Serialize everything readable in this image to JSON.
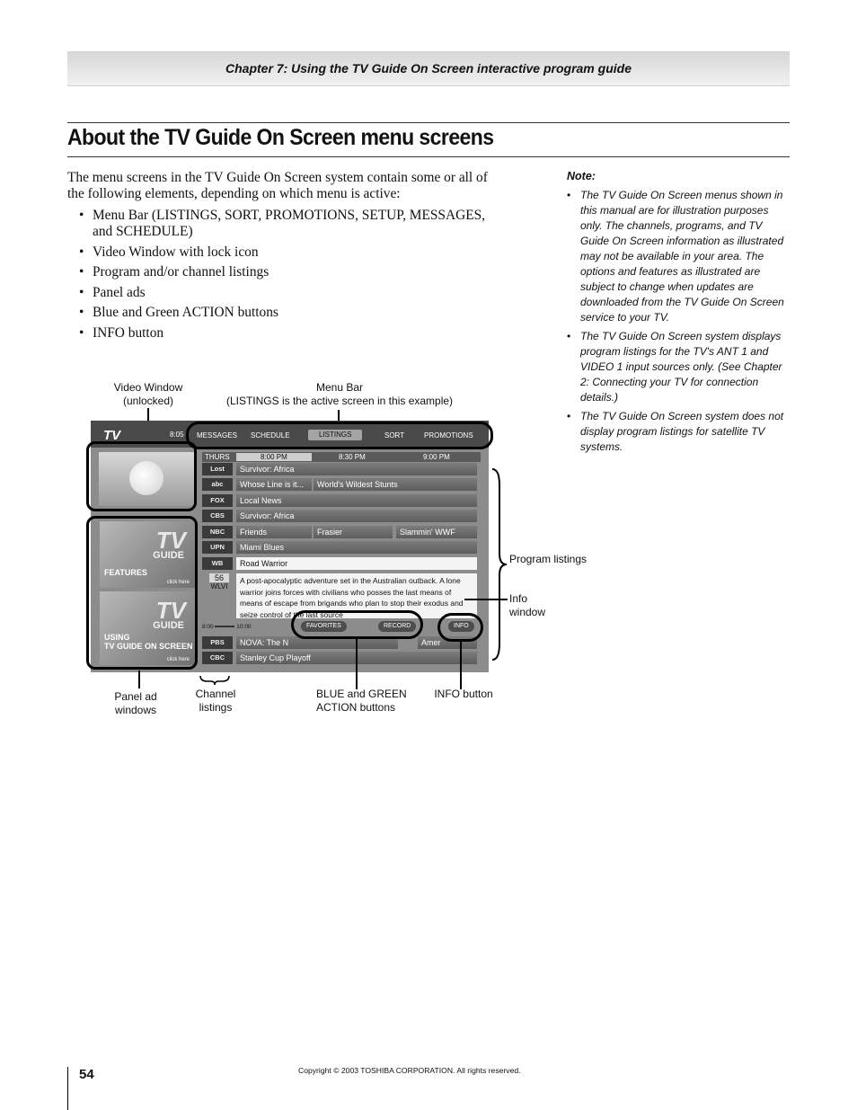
{
  "header": {
    "chapter": "Chapter 7: Using the TV Guide On Screen interactive program guide"
  },
  "title": "About the TV Guide On Screen menu screens",
  "intro": "The menu screens in the TV Guide On Screen system contain some or all of the following elements, depending on which menu is active:",
  "elements": [
    "Menu Bar (LISTINGS, SORT, PROMOTIONS, SETUP, MESSAGES, and SCHEDULE)",
    "Video Window with lock icon",
    "Program and/or channel listings",
    "Panel ads",
    "Blue and Green ACTION buttons",
    "INFO button"
  ],
  "note": {
    "label": "Note:",
    "items": [
      "The TV Guide On Screen menus shown in this manual are for illustration purposes only. The channels, programs, and TV Guide On Screen information as illustrated may not be available in your area. The options and features as illustrated are subject to change when updates are downloaded from the TV Guide On Screen service to your TV.",
      "The TV Guide On Screen system displays program listings for the TV's ANT 1 and VIDEO 1 input sources only. (See Chapter 2: Connecting your TV for connection details.)",
      "The TV Guide On Screen system does not display program listings for satellite TV systems."
    ]
  },
  "callouts": {
    "video_window": "Video Window (unlocked)",
    "menu_bar": "Menu Bar",
    "menu_bar_note": "(LISTINGS is the active screen in this example)",
    "program_listings": "Program listings",
    "info_window": "Info window",
    "panel_ad": "Panel ad windows",
    "channel_listings": "Channel listings",
    "action_buttons": "BLUE and GREEN ACTION buttons",
    "info_button": "INFO button"
  },
  "screen": {
    "logo": "TV",
    "clock": "8:05",
    "menu": [
      "MESSAGES",
      "SCHEDULE",
      "LISTINGS",
      "SORT",
      "PROMOTIONS"
    ],
    "day": "THURS",
    "times": [
      "8:00 PM",
      "8:30 PM",
      "9:00 PM"
    ],
    "rows": [
      {
        "channel": "Lost",
        "programs": [
          "Survivor: Africa"
        ]
      },
      {
        "channel": "abc",
        "programs": [
          "Whose Line is it...",
          "World's Wildest Stunts"
        ]
      },
      {
        "channel": "FOX",
        "programs": [
          "Local News"
        ]
      },
      {
        "channel": "CBS",
        "programs": [
          "Survivor: Africa"
        ]
      },
      {
        "channel": "NBC",
        "programs": [
          "Friends",
          "Frasier",
          "Slammin' WWF"
        ]
      },
      {
        "channel": "UPN",
        "programs": [
          "Miami Blues"
        ]
      },
      {
        "channel": "WB",
        "programs": [
          "Road Warrior"
        ]
      },
      {
        "channel": "PBS",
        "programs": [
          "NOVA: The N",
          "Amer"
        ]
      },
      {
        "channel": "CBC",
        "programs": [
          "Stanley Cup Playoff"
        ]
      }
    ],
    "info_channel_number": "56",
    "info_channel_name": "WLVI",
    "info_text": "A post-apocalyptic adventure set in the Australian outback. A lone warrior joins forces with civilians who posses the last means of means of escape from brigands who plan to stop their exodus and seize control of the last source",
    "slider_start": "8:00",
    "slider_end": "10:00",
    "buttons": {
      "favorites": "FAVORITES",
      "record": "RECORD",
      "info": "INFO"
    },
    "ads": [
      {
        "big": "TV",
        "guide": "GUIDE",
        "label": "FEATURES",
        "click": "click here"
      },
      {
        "big": "TV",
        "guide": "GUIDE",
        "label": "USING\nTV GUIDE ON SCREEN",
        "click": "click here"
      }
    ]
  },
  "footer": {
    "page_number": "54",
    "copyright": "Copyright © 2003 TOSHIBA CORPORATION. All rights reserved."
  }
}
